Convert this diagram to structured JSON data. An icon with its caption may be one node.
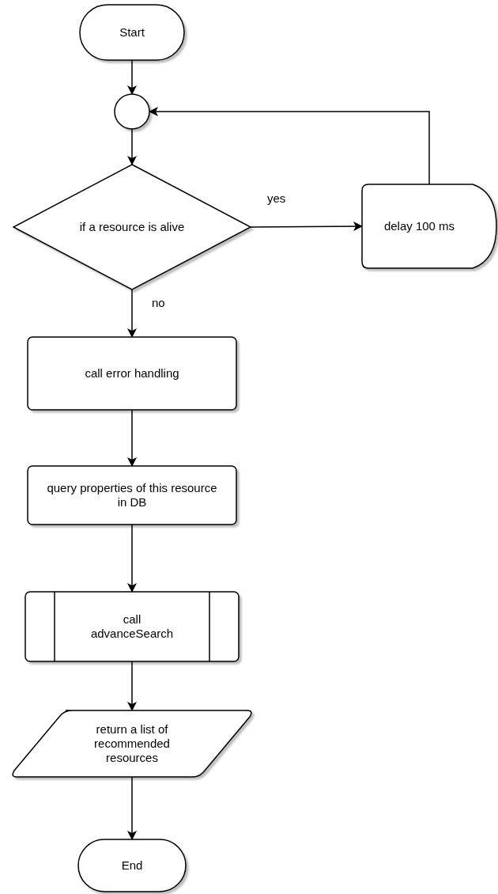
{
  "diagram": {
    "nodes": [
      {
        "text": [
          "Start"
        ]
      },
      {
        "text": [],
        "shape": "circle"
      },
      {
        "text": [
          "if a resource is alive"
        ]
      },
      {
        "text": [
          "delay 100 ms"
        ]
      },
      {
        "text": [
          "call error handling"
        ]
      },
      {
        "text": [
          "query properties of this resource in DB"
        ]
      },
      {
        "text": [
          "call advanceSearch"
        ]
      },
      {
        "text": [
          "return a list of recommended resources"
        ]
      },
      {
        "text": [
          "End"
        ]
      }
    ],
    "edges": [
      {
        "from": 0,
        "to": 1,
        "arrow": "to"
      },
      {
        "from": 1,
        "to": 2,
        "arrow": "to"
      },
      {
        "from": 2,
        "to": 3,
        "arrow": "to",
        "label": "yes"
      },
      {
        "from": 3,
        "to": 1,
        "arrow": "to"
      },
      {
        "from": 2,
        "to": 4,
        "arrow": "to",
        "label": "no"
      },
      {
        "from": 4,
        "to": 5,
        "arrow": "to"
      },
      {
        "from": 5,
        "to": 6,
        "arrow": "to"
      },
      {
        "from": 6,
        "to": 7,
        "arrow": "to"
      },
      {
        "from": 7,
        "to": 8,
        "arrow": "to"
      }
    ]
  }
}
